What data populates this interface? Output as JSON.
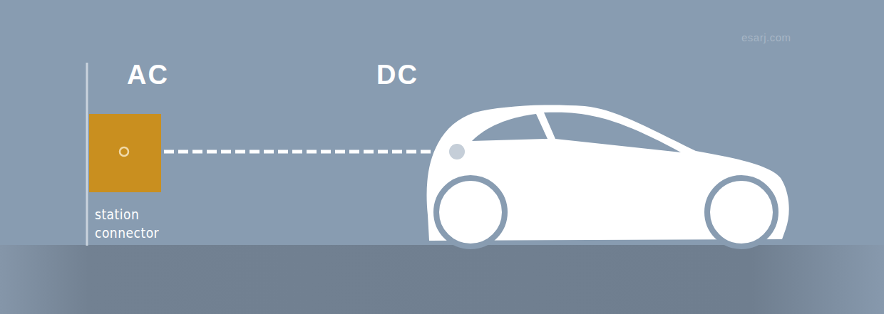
{
  "diagram": {
    "nodes": [
      {
        "text": [
          "station connector"
        ]
      }
    ],
    "labels": [
      "AC",
      "DC",
      "esarj.com"
    ]
  }
}
